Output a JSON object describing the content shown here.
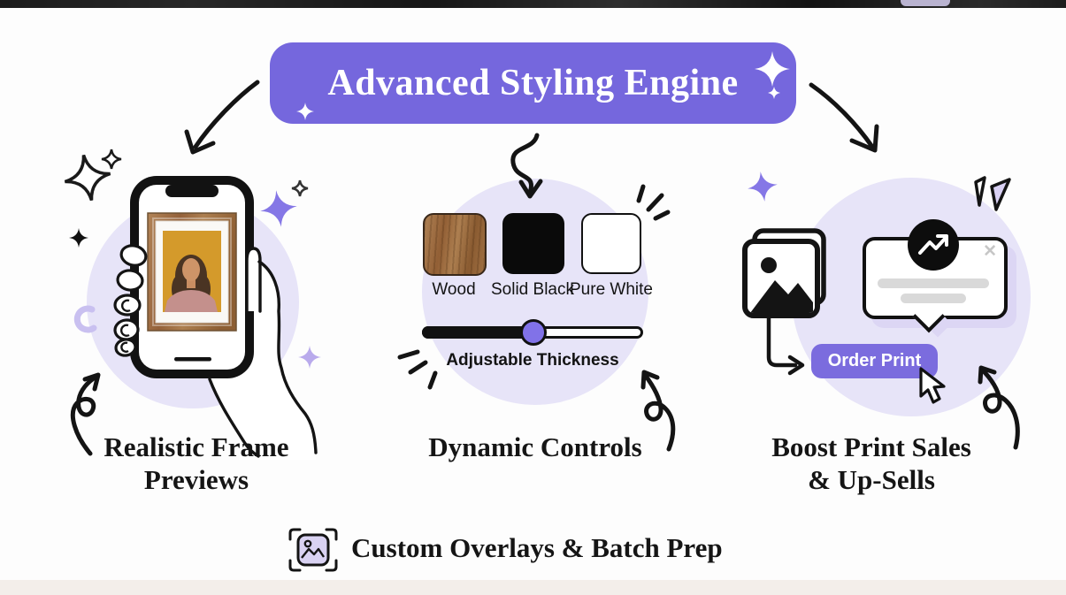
{
  "banner": {
    "title": "Advanced Styling Engine"
  },
  "sections": {
    "frame_previews": {
      "title_line1": "Realistic Frame",
      "title_line2": "Previews"
    },
    "dynamic_controls": {
      "title": "Dynamic Controls",
      "swatches": [
        {
          "label": "Wood"
        },
        {
          "label": "Solid Black"
        },
        {
          "label": "Pure White"
        }
      ],
      "slider": {
        "label": "Adjustable Thickness",
        "value_pct": 50
      }
    },
    "boost_sales": {
      "title_line1": "Boost Print Sales",
      "title_line2": "& Up-Sells",
      "button_label": "Order Print",
      "close_glyph": "✕"
    }
  },
  "caption": {
    "text": "Custom Overlays & Batch Prep"
  },
  "colors": {
    "banner_purple": "#7567dd",
    "button_purple": "#7b6cde",
    "slider_thumb_purple": "#8172e8",
    "sparkle_purple": "#8577e6",
    "sparkle_lavender": "#b9aaec",
    "circle_lavender": "#e7e4f8",
    "dialog_shadow": "#dcd6f4",
    "skeleton_gray": "#d9d9d9",
    "ink": "#161616"
  }
}
